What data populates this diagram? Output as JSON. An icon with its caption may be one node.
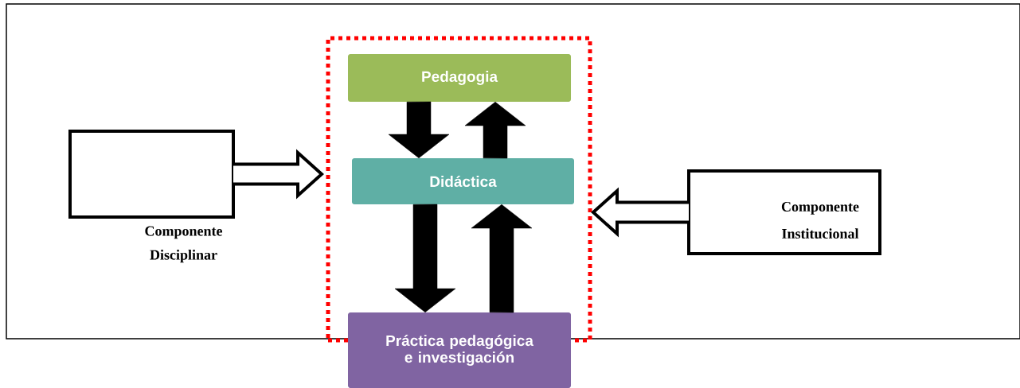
{
  "diagram": {
    "nodes": [
      {
        "text": [],
        "shape": "box"
      },
      {
        "text": [
          "Pedagogia"
        ],
        "in": 0
      },
      {
        "text": [
          "Didáctica"
        ],
        "in": 0
      },
      {
        "text": [
          "Práctica pedagógica e investigación"
        ]
      },
      {
        "text": [
          "Componente Disciplinar"
        ]
      },
      {
        "text": [
          "Componente Institucional"
        ]
      }
    ],
    "edges": [
      {
        "from": 4,
        "to": 0,
        "arrow": "to"
      },
      {
        "from": 5,
        "to": 0,
        "arrow": "to"
      },
      {
        "from": 1,
        "to": 2,
        "arrow": "to"
      },
      {
        "from": 2,
        "to": 1,
        "arrow": "to"
      },
      {
        "from": 2,
        "to": 3,
        "arrow": "to"
      },
      {
        "from": 3,
        "to": 2,
        "arrow": "to"
      }
    ]
  }
}
